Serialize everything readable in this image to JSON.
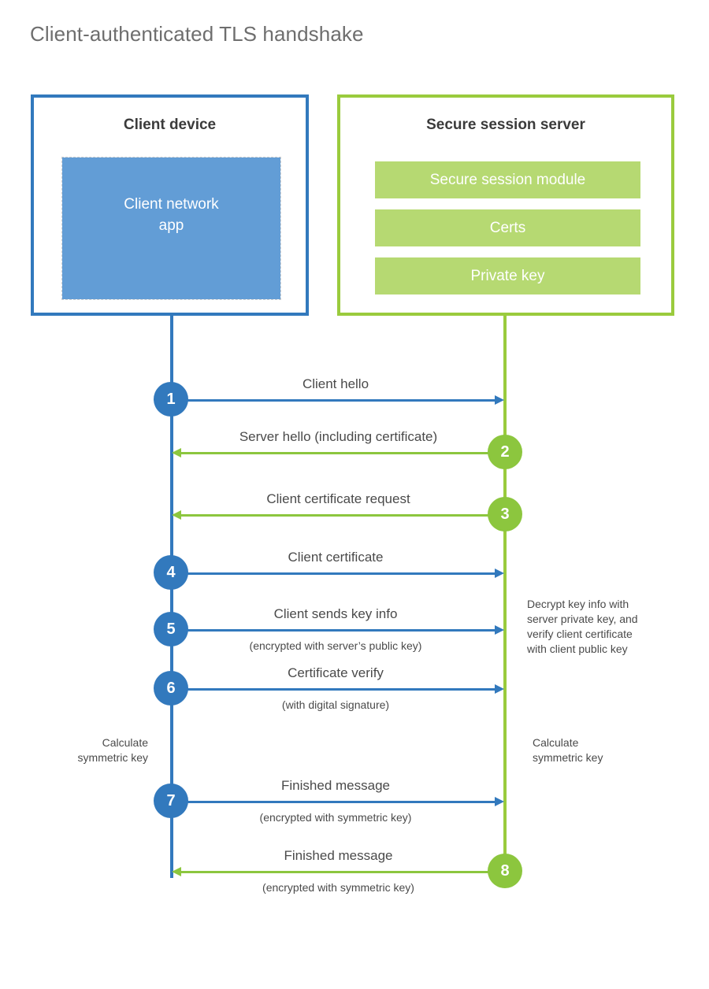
{
  "title": "Client-authenticated TLS handshake",
  "colors": {
    "client_blue": "#3279bd",
    "client_app_blue": "#629dd6",
    "server_green": "#9acb3d",
    "server_bar_green": "#b6d972",
    "arrow_green": "#8cc63e",
    "title_gray": "#6e6e6e",
    "text_gray": "#4a4a4a"
  },
  "client": {
    "title": "Client device",
    "app_label": "Client network\napp",
    "app_label_line1": "Client network",
    "app_label_line2": "app"
  },
  "server": {
    "title": "Secure session server",
    "components": [
      {
        "label": "Secure session module"
      },
      {
        "label": "Certs"
      },
      {
        "label": "Private key"
      }
    ]
  },
  "messages": [
    {
      "step": "1",
      "label": "Client hello",
      "sublabel": "",
      "direction": "client-to-server",
      "color": "blue"
    },
    {
      "step": "2",
      "label": "Server hello (including certificate)",
      "sublabel": "",
      "direction": "server-to-client",
      "color": "green"
    },
    {
      "step": "3",
      "label": "Client certificate request",
      "sublabel": "",
      "direction": "server-to-client",
      "color": "green"
    },
    {
      "step": "4",
      "label": "Client certificate",
      "sublabel": "",
      "direction": "client-to-server",
      "color": "blue"
    },
    {
      "step": "5",
      "label": "Client sends key info",
      "sublabel": "(encrypted with server’s public key)",
      "direction": "client-to-server",
      "color": "blue"
    },
    {
      "step": "6",
      "label": "Certificate verify",
      "sublabel": "(with digital signature)",
      "direction": "client-to-server",
      "color": "blue"
    },
    {
      "step": "7",
      "label": "Finished message",
      "sublabel": "(encrypted with symmetric key)",
      "direction": "client-to-server",
      "color": "blue"
    },
    {
      "step": "8",
      "label": "Finished message",
      "sublabel": "(encrypted with symmetric key)",
      "direction": "server-to-client",
      "color": "green"
    }
  ],
  "notes": {
    "server_decrypt": "Decrypt key info with server private key, and verify client certificate with client public key",
    "server_decrypt_lines": [
      "Decrypt key info with",
      "server private key, and",
      "verify client certificate",
      "with client public key"
    ],
    "client_calculate": "Calculate symmetric key",
    "client_calculate_lines": [
      "Calculate",
      "symmetric key"
    ],
    "server_calculate": "Calculate symmetric key",
    "server_calculate_lines": [
      "Calculate",
      "symmetric key"
    ]
  }
}
